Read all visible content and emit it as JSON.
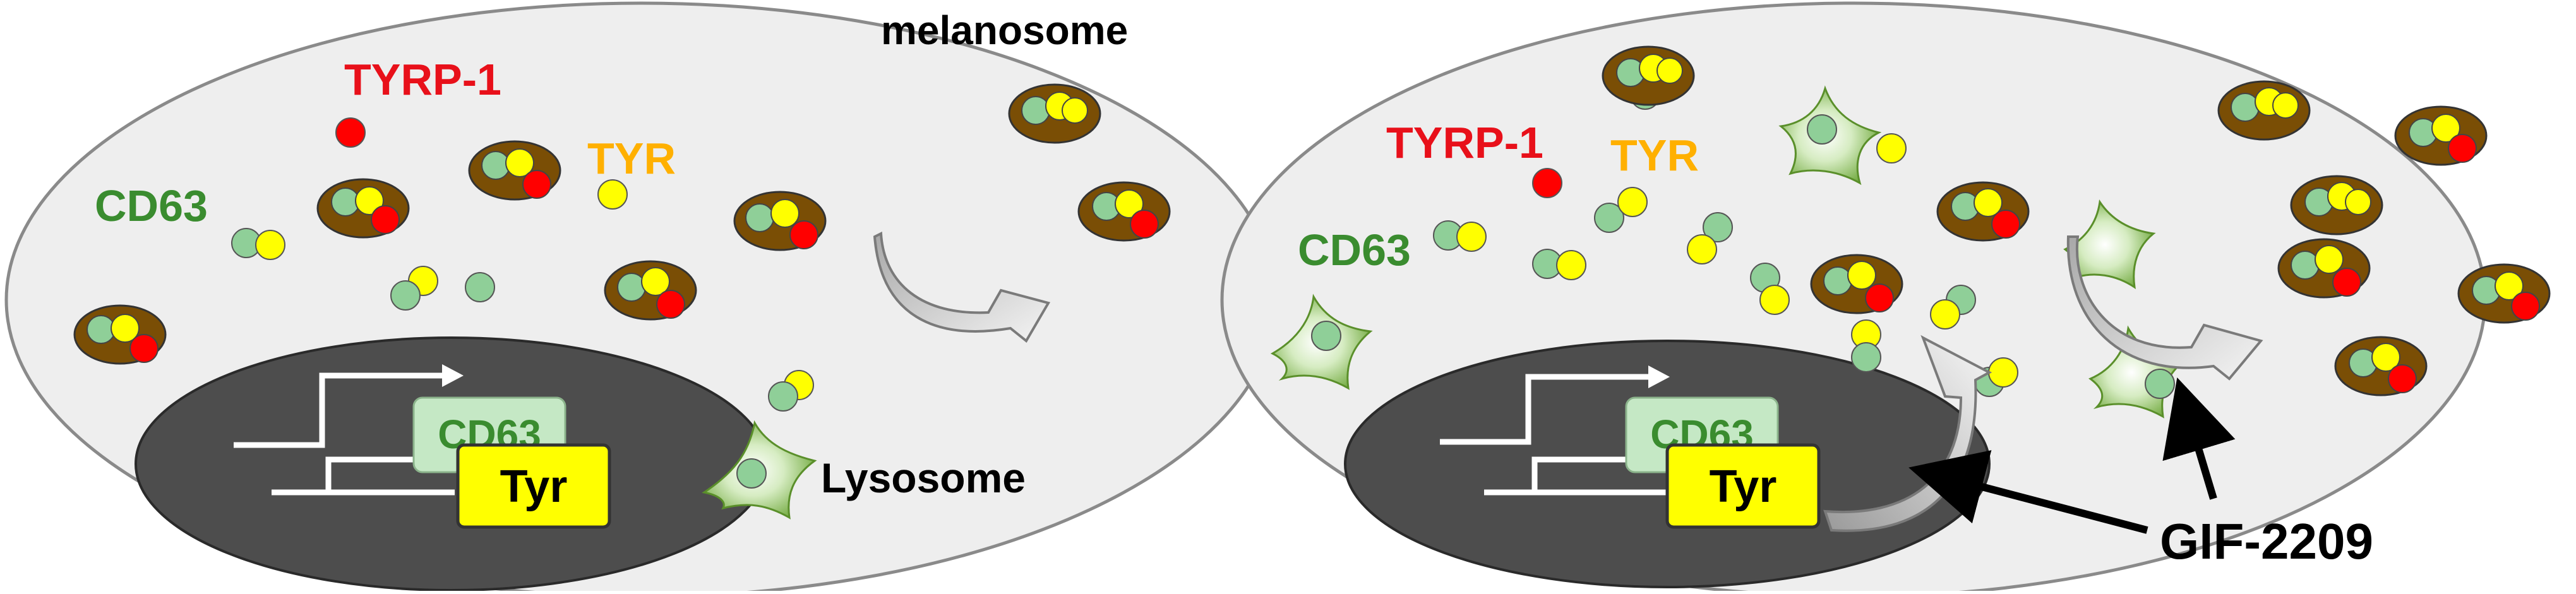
{
  "labels": {
    "melanosome": "melanosome",
    "lysosome": "Lysosome",
    "tyrp1": "TYRP-1",
    "tyr": "TYR",
    "cd63": "CD63",
    "gene_cd63": "CD63",
    "gene_tyr": "Tyr",
    "compound": "GIF-2209"
  },
  "colors": {
    "cell_fill": "#eeeeee",
    "cell_stroke": "#8a8a8a",
    "nucleus": "#4d4d4d",
    "melanosome_body": "#7a4e05",
    "cd63_dot": "#8fcf98",
    "tyr_dot": "#ffff00",
    "tyrp1_dot": "#ff0000",
    "label_red": "#e8101a",
    "label_orange": "#ffb000",
    "label_green": "#3a8c2f",
    "tyr_box": "#ffff00",
    "cd63_box": "#c5e8c5",
    "lysosome": "#9ccc6a"
  }
}
